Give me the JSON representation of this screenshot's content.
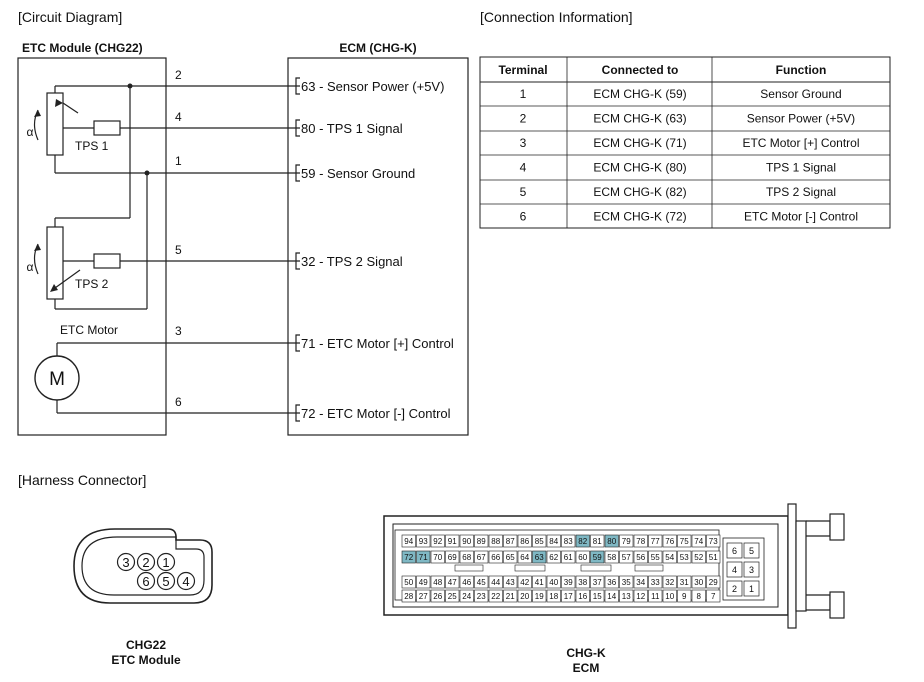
{
  "sections": {
    "circuit": "[Circuit Diagram]",
    "connection": "[Connection Information]",
    "harness": "[Harness Connector]"
  },
  "etc_module": {
    "title": "ETC Module (CHG22)",
    "tps1": "TPS 1",
    "tps2": "TPS 2",
    "alpha": "α",
    "motor_label": "ETC Motor",
    "motor_symbol": "M",
    "pins": [
      "2",
      "4",
      "1",
      "5",
      "3",
      "6"
    ]
  },
  "ecm": {
    "title": "ECM (CHG-K)",
    "terminals": [
      "63 - Sensor Power (+5V)",
      "80 - TPS 1 Signal",
      "59 - Sensor Ground",
      "32 - TPS 2 Signal",
      "71 - ETC Motor [+] Control",
      "72 - ETC Motor [-] Control"
    ]
  },
  "table": {
    "headers": [
      "Terminal",
      "Connected to",
      "Function"
    ],
    "rows": [
      [
        "1",
        "ECM CHG-K (59)",
        "Sensor Ground"
      ],
      [
        "2",
        "ECM CHG-K (63)",
        "Sensor Power (+5V)"
      ],
      [
        "3",
        "ECM CHG-K (71)",
        "ETC Motor [+] Control"
      ],
      [
        "4",
        "ECM CHG-K (80)",
        "TPS 1 Signal"
      ],
      [
        "5",
        "ECM CHG-K (82)",
        "TPS 2 Signal"
      ],
      [
        "6",
        "ECM CHG-K (72)",
        "ETC Motor [-] Control"
      ]
    ]
  },
  "chg22": {
    "pins_top": [
      "3",
      "2",
      "1"
    ],
    "pins_bottom": [
      "6",
      "5",
      "4"
    ],
    "caption_line1": "CHG22",
    "caption_line2": "ETC Module"
  },
  "chgk": {
    "caption_line1": "CHG-K",
    "caption_line2": "ECM",
    "highlight_color": "#7fb8c4",
    "highlighted": [
      "82",
      "80",
      "72",
      "71",
      "63",
      "59"
    ],
    "rows": [
      [
        "94",
        "93",
        "92",
        "91",
        "90",
        "89",
        "88",
        "87",
        "86",
        "85",
        "84",
        "83",
        "82",
        "81",
        "80",
        "79",
        "78",
        "77",
        "76",
        "75",
        "74",
        "73"
      ],
      [
        "72",
        "71",
        "70",
        "69",
        "68",
        "67",
        "66",
        "65",
        "64",
        "63",
        "62",
        "61",
        "60",
        "59",
        "58",
        "57",
        "56",
        "55",
        "54",
        "53",
        "52",
        "51"
      ],
      [
        "50",
        "49",
        "48",
        "47",
        "46",
        "45",
        "44",
        "43",
        "42",
        "41",
        "40",
        "39",
        "38",
        "37",
        "36",
        "35",
        "34",
        "33",
        "32",
        "31",
        "30",
        "29"
      ],
      [
        "28",
        "27",
        "26",
        "25",
        "24",
        "23",
        "22",
        "21",
        "20",
        "19",
        "18",
        "17",
        "16",
        "15",
        "14",
        "13",
        "12",
        "11",
        "10",
        "9",
        "8",
        "7"
      ]
    ],
    "side_pins": [
      [
        "6",
        "5"
      ],
      [
        "4",
        "3"
      ],
      [
        "2",
        "1"
      ]
    ]
  }
}
